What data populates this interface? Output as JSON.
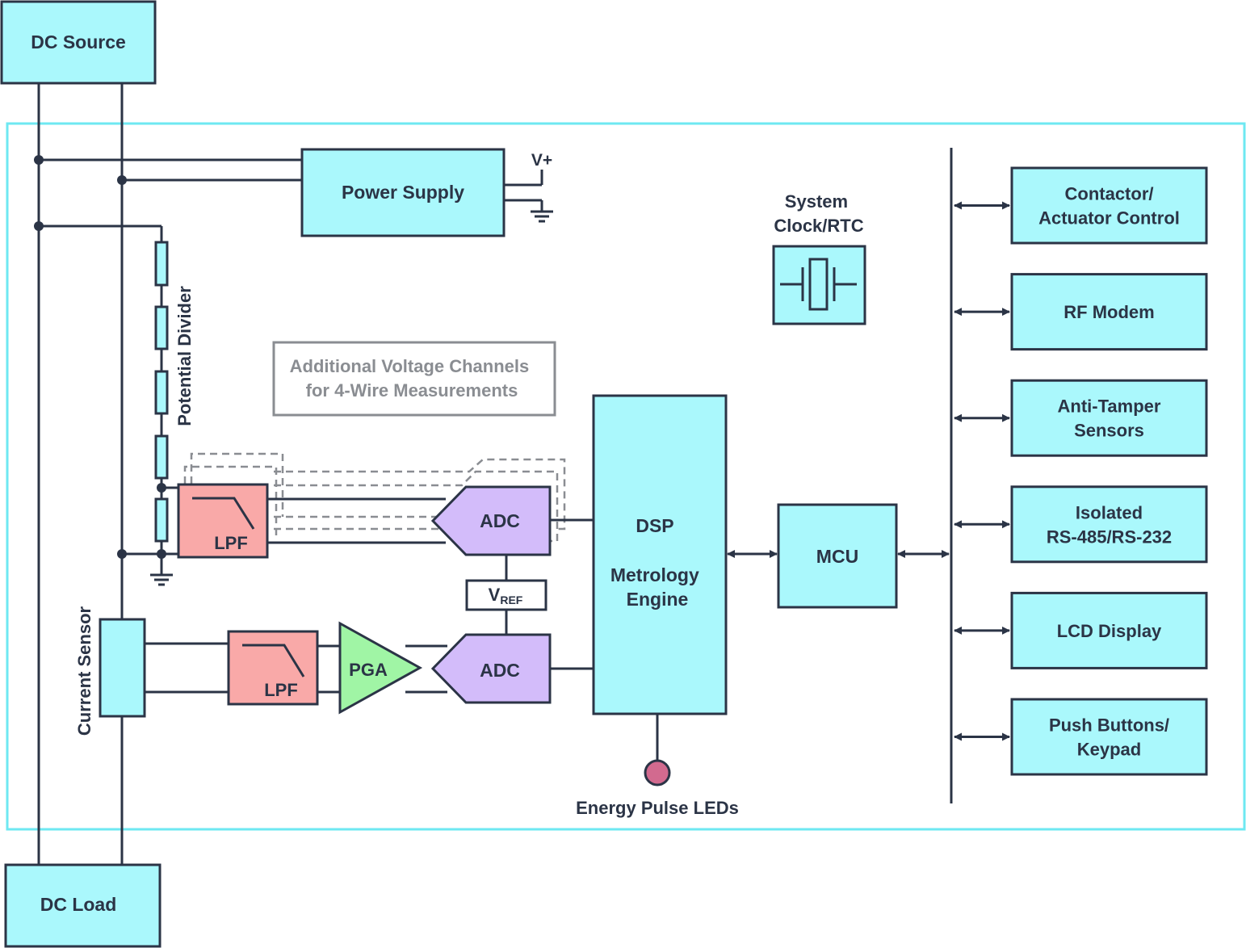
{
  "colors": {
    "line": "#2b3446",
    "cyan_box": "#aaf8fc",
    "board_border": "#6ee8f2",
    "lpf": "#f9a9a8",
    "adc": "#d3bcfa",
    "pga": "#a0f5a5",
    "led": "#d26a8f",
    "dashed": "#8a8d92"
  },
  "boxes": {
    "dc_source": "DC Source",
    "dc_load": "DC Load",
    "power_supply": "Power Supply",
    "system_clock": [
      "System",
      "Clock/RTC"
    ],
    "dsp": [
      "DSP",
      "Metrology",
      "Engine"
    ],
    "mcu": "MCU",
    "adc_voltage": "ADC",
    "adc_current": "ADC",
    "pga": "PGA",
    "lpf_voltage": "LPF",
    "lpf_current": "LPF",
    "vref_main": "V",
    "vref_sub": "REF",
    "vplus": "V+",
    "additional_channels": [
      "Additional Voltage Channels",
      "for 4-Wire Measurements"
    ],
    "potential_divider": "Potential Divider",
    "current_sensor": "Current Sensor",
    "energy_pulse_leds": "Energy Pulse LEDs"
  },
  "peripherals": [
    [
      "Contactor/",
      "Actuator Control"
    ],
    [
      "RF Modem"
    ],
    [
      "Anti-Tamper",
      "Sensors"
    ],
    [
      "Isolated",
      "RS-485/RS-232"
    ],
    [
      "LCD Display"
    ],
    [
      "Push Buttons/",
      "Keypad"
    ]
  ]
}
